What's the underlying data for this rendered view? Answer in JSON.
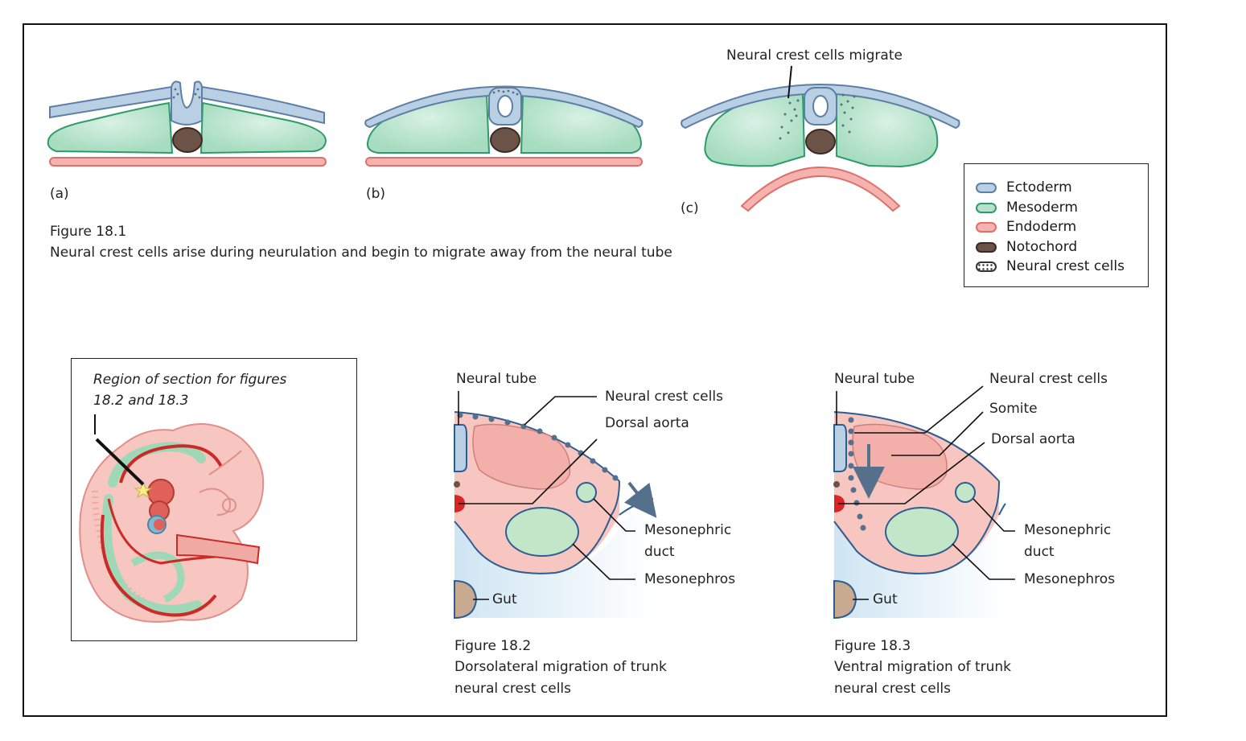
{
  "figure_1": {
    "panel_labels": [
      "(a)",
      "(b)",
      "(c)"
    ],
    "migrate_label": "Neural crest cells migrate",
    "caption_title": "Figure 18.1",
    "caption_text": "Neural crest cells arise during neurulation and begin to migrate away from the neural tube"
  },
  "legend": {
    "items": [
      {
        "label": "Ectoderm",
        "fill": "#b8cfe4",
        "stroke": "#5d7fa6"
      },
      {
        "label": "Mesoderm",
        "fill": "#b6e2cc",
        "stroke": "#2f9a6a"
      },
      {
        "label": "Endoderm",
        "fill": "#f5b3b0",
        "stroke": "#e06f6a"
      },
      {
        "label": "Notochord",
        "fill": "#6b5348",
        "stroke": "#3b2a22"
      },
      {
        "label": "Neural crest cells",
        "fill": "#ffffff",
        "stroke": "#333333"
      }
    ]
  },
  "embryo_panel": {
    "label_line1": "Region of section for figures",
    "label_line2": "18.2 and 18.3"
  },
  "figure_2": {
    "labels": {
      "neural_tube": "Neural tube",
      "neural_crest_cells": "Neural crest cells",
      "dorsal_aorta": "Dorsal aorta",
      "mesonephric_duct_1": "Mesonephric",
      "mesonephric_duct_2": "duct",
      "mesonephros": "Mesonephros",
      "gut": "Gut"
    },
    "caption_title": "Figure 18.2",
    "caption_line1": "Dorsolateral migration of trunk",
    "caption_line2": "neural crest cells"
  },
  "figure_3": {
    "labels": {
      "neural_tube": "Neural tube",
      "neural_crest_cells": "Neural crest cells",
      "somite": "Somite",
      "dorsal_aorta": "Dorsal aorta",
      "mesonephric_duct_1": "Mesonephric",
      "mesonephric_duct_2": "duct",
      "mesonephros": "Mesonephros",
      "gut": "Gut"
    },
    "caption_title": "Figure 18.3",
    "caption_line1": "Ventral migration of trunk",
    "caption_line2": "neural crest cells"
  },
  "colors": {
    "ectoderm": "#b8cfe4",
    "mesoderm": "#b6e2cc",
    "endoderm": "#f5b3b0",
    "notochord": "#6b5348",
    "tissue_pink": "#f7c6c0",
    "aorta_red": "#d92525",
    "arrow_slate": "#55708a"
  }
}
